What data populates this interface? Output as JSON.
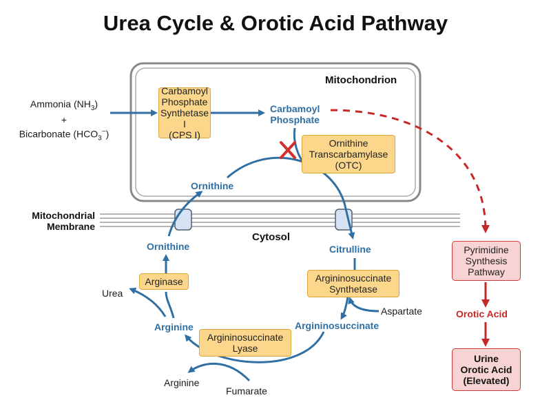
{
  "title": "Urea Cycle & Orotic Acid Pathway",
  "compartments": {
    "mitochondrion": "Mitochondrion",
    "cytosol": "Cytosol",
    "membrane_line1": "Mitochondrial",
    "membrane_line2": "Membrane"
  },
  "inputs": {
    "ammonia_prefix": "Ammonia (NH",
    "ammonia_sub": "3",
    "ammonia_suffix": ")",
    "plus": "+",
    "bicarbonate_prefix": "Bicarbonate (HCO",
    "bicarbonate_sub": "3",
    "bicarbonate_sup": "−",
    "bicarbonate_suffix": ")"
  },
  "enzymes": {
    "cps1_line1": "Carbamoyl",
    "cps1_line2": "Phosphate",
    "cps1_line3": "Synthetase I",
    "cps1_line4": "(CPS I)",
    "otc_line1": "Ornithine",
    "otc_line2": "Transcarbamylase",
    "otc_line3": "(OTC)",
    "ass_line1": "Argininosuccinate",
    "ass_line2": "Synthetase",
    "asl_line1": "Argininosuccinate",
    "asl_line2": "Lyase",
    "arginase": "Arginase"
  },
  "metabolites": {
    "carbamoyl_line1": "Carbamoyl",
    "carbamoyl_line2": "Phosphate",
    "ornithine_mito": "Ornithine",
    "ornithine_cyto": "Ornithine",
    "citrulline": "Citrulline",
    "argininosuccinate": "Argininosuccinate",
    "arginine": "Arginine",
    "urea": "Urea",
    "aspartate": "Aspartate",
    "fumarate": "Fumarate",
    "arginine_out": "Arginine"
  },
  "orotic": {
    "pyrimidine_line1": "Pyrimidine",
    "pyrimidine_line2": "Synthesis",
    "pyrimidine_line3": "Pathway",
    "orotic_acid": "Orotic Acid",
    "urine_line1": "Urine",
    "urine_line2": "Orotic Acid",
    "urine_line3": "(Elevated)"
  },
  "colors": {
    "arrow_blue": "#2f6fa3",
    "enzyme_fill": "#fbd68b",
    "pathway_red": "#c62828",
    "block_red": "#d32f2f"
  }
}
